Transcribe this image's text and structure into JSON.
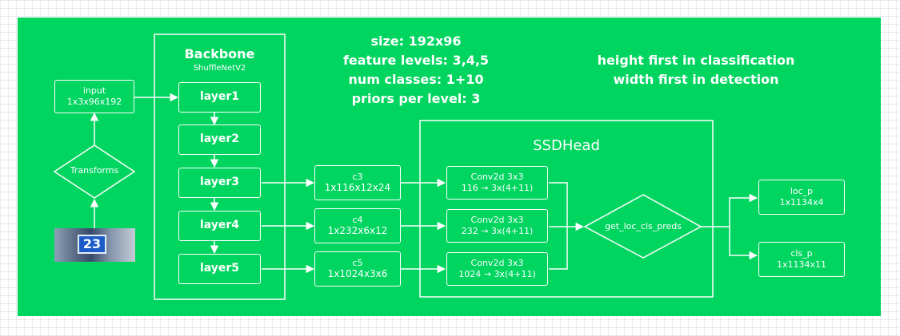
{
  "colors": {
    "background": "#00d560",
    "stroke": "#ffffff"
  },
  "input": {
    "title": "input",
    "shape": "1x3x96x192"
  },
  "transforms": {
    "label": "Transforms"
  },
  "sample_image": {
    "digits": "23"
  },
  "backbone": {
    "title": "Backbone",
    "subtitle": "ShuffleNetV2",
    "layers": [
      "layer1",
      "layer2",
      "layer3",
      "layer4",
      "layer5"
    ]
  },
  "info": [
    "size: 192x96",
    "feature levels: 3,4,5",
    "num classes: 1+10",
    "priors per level: 3"
  ],
  "note": [
    "height first in classification",
    "width first in detection"
  ],
  "features": [
    {
      "name": "c3",
      "shape": "1x116x12x24"
    },
    {
      "name": "c4",
      "shape": "1x232x6x12"
    },
    {
      "name": "c5",
      "shape": "1x1024x3x6"
    }
  ],
  "ssdhead": {
    "title": "SSDHead",
    "convs": [
      {
        "title": "Conv2d 3x3",
        "spec": "116 → 3x(4+11)"
      },
      {
        "title": "Conv2d 3x3",
        "spec": "232 → 3x(4+11)"
      },
      {
        "title": "Conv2d 3x3",
        "spec": "1024 → 3x(4+11)"
      }
    ],
    "preds": "get_loc_cls_preds"
  },
  "outputs": [
    {
      "name": "loc_p",
      "shape": "1x1134x4"
    },
    {
      "name": "cls_p",
      "shape": "1x1134x11"
    }
  ]
}
